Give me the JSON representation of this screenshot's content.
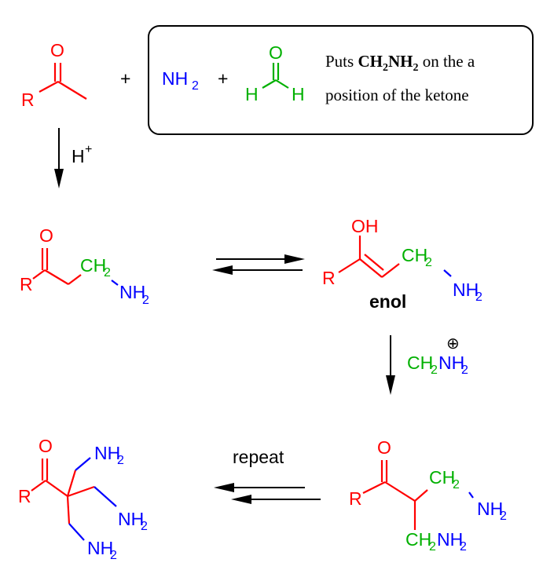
{
  "reactants": {
    "ketone": {
      "R": "R",
      "O": "O"
    },
    "plus1": "+",
    "amine": {
      "main": "NH",
      "sub": "2"
    },
    "plus2": "+",
    "formaldehyde": {
      "O": "O",
      "H_left": "H",
      "H_right": "H"
    }
  },
  "note_box": {
    "line1_prefix": "Puts ",
    "line1_bold_a": "CH",
    "line1_bold_sub1": "2",
    "line1_bold_b": "NH",
    "line1_bold_sub2": "2",
    "line1_suffix": " on the a",
    "line2": "position of the ketone"
  },
  "step1": {
    "reagent_main": "H",
    "reagent_sup": "+"
  },
  "intermediate_ketone": {
    "R": "R",
    "O": "O",
    "CH": "CH",
    "CH_sub": "2",
    "NH": "NH",
    "NH_sub": "2"
  },
  "enol": {
    "R": "R",
    "OH": "OH",
    "CH": "CH",
    "CH_sub": "2",
    "NH": "NH",
    "NH_sub": "2",
    "label": "enol"
  },
  "step2": {
    "reagent_CH": "CH",
    "reagent_CH_sub": "2",
    "reagent_NH": "NH",
    "reagent_NH_sub": "2",
    "charge": "⊕"
  },
  "bis_product": {
    "R": "R",
    "O": "O",
    "CH1": "CH",
    "CH1_sub": "2",
    "NH1": "NH",
    "NH1_sub": "2",
    "CH2": "CH",
    "CH2_sub": "2",
    "NH2": "NH",
    "NH2_sub": "2"
  },
  "repeat_label": "repeat",
  "tris_product": {
    "R": "R",
    "O": "O",
    "NH_a": "NH",
    "NH_a_sub": "2",
    "NH_b": "NH",
    "NH_b_sub": "2",
    "NH_c": "NH",
    "NH_c_sub": "2"
  },
  "colors": {
    "ketone": "#ff0000",
    "methylene": "#00b000",
    "amine": "#0000ff",
    "text": "#000000"
  }
}
